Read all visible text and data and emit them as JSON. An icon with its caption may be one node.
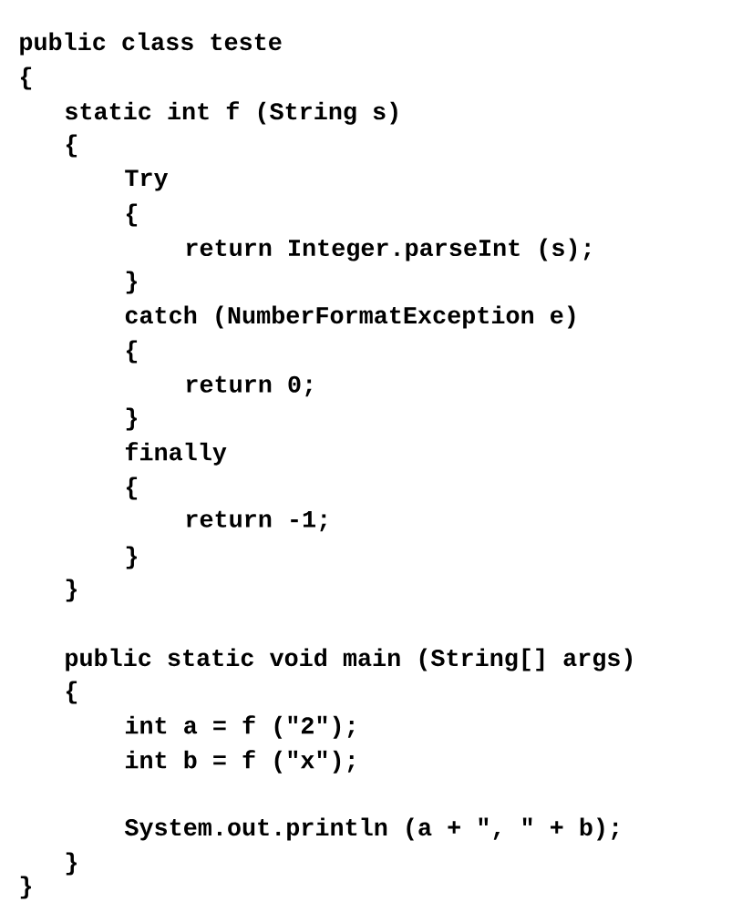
{
  "diagram": {
    "labels": [
      "public class teste",
      "{",
      "static int f (String s)",
      "{",
      "Try",
      "{",
      "return Integer.parseInt (s);",
      "}",
      "catch (NumberFormatException e)",
      "{",
      "return 0;",
      "}",
      "finally",
      "{",
      "return -1;",
      "}",
      "}",
      "public static void main (String[] args)",
      "{",
      "int a = f (\"2\");",
      "int b = f (\"x\");",
      "System.out.println (a + \", \" + b);",
      "}",
      "}"
    ]
  }
}
